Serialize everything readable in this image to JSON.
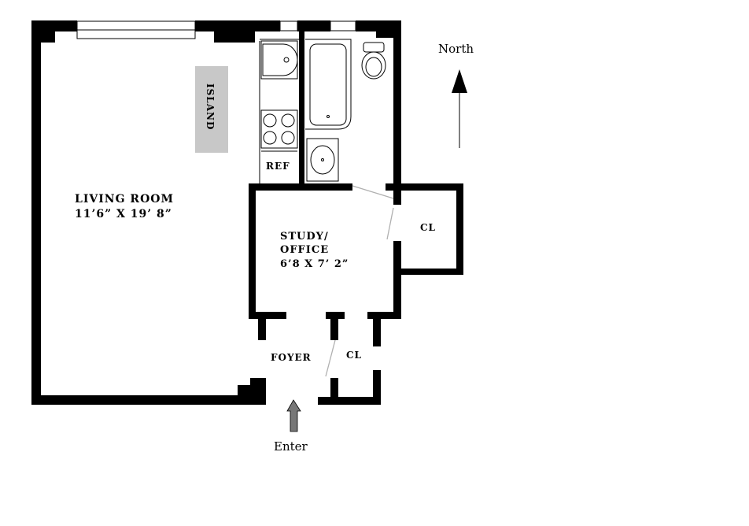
{
  "rooms": {
    "living_name": "LIVING ROOM",
    "living_dims": "11’6” X 19’ 8”",
    "study_name": "STUDY/",
    "study_name2": "OFFICE",
    "study_dims": "6’8 X 7’ 2”",
    "closet_east": "CL",
    "foyer": "FOYER",
    "closet_foyer": "CL",
    "refrigerator": "REF",
    "island": "ISLAND"
  },
  "compass": {
    "label": "North"
  },
  "entry": {
    "label": "Enter"
  },
  "colors": {
    "wall": "#000000",
    "island_fill": "#c8c8c8",
    "entry_arrow": "#777777",
    "door_swing": "#b0b0b0"
  }
}
